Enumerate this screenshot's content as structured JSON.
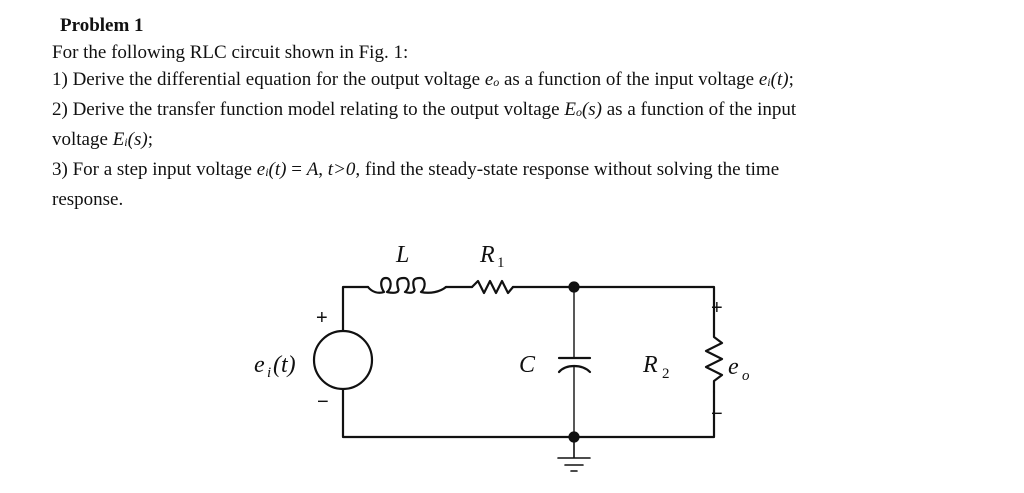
{
  "problem": {
    "title": "Problem 1",
    "intro": "For the following RLC circuit shown in Fig. 1:",
    "q1": {
      "prefix": "1) Derive the differential equation for the output voltage ",
      "var1": "e",
      "var1_sub": "o",
      "middle": " as a function of the input voltage ",
      "var2": "e",
      "var2_sub": "i",
      "var2_arg": "(t)",
      "suffix": ";"
    },
    "q2": {
      "prefix": "2) Derive the transfer function model relating to the output voltage ",
      "var1": "E",
      "var1_sub": "o",
      "var1_arg": "(s)",
      "middle": " as a function of the input",
      "line2_prefix": "voltage ",
      "var2": "E",
      "var2_sub": "i",
      "var2_arg": "(s)",
      "suffix": ";"
    },
    "q3": {
      "prefix": "3) For a step input voltage ",
      "var": "e",
      "var_sub": "i",
      "var_arg": "(t)",
      "eq": " = ",
      "value": "A",
      "comma": ", ",
      "cond": "t>0",
      "suffix": ", find the steady-state response without solving the time",
      "line2": "response."
    }
  },
  "circuit": {
    "inductor_label": "L",
    "r1_label": "R",
    "r1_sub": "1",
    "capacitor_label": "C",
    "r2_label": "R",
    "r2_sub": "2",
    "source_label": "e",
    "source_sub": "i",
    "source_arg": "(t)",
    "output_label": "e",
    "output_sub": "o",
    "plus": "+",
    "minus": "−"
  }
}
